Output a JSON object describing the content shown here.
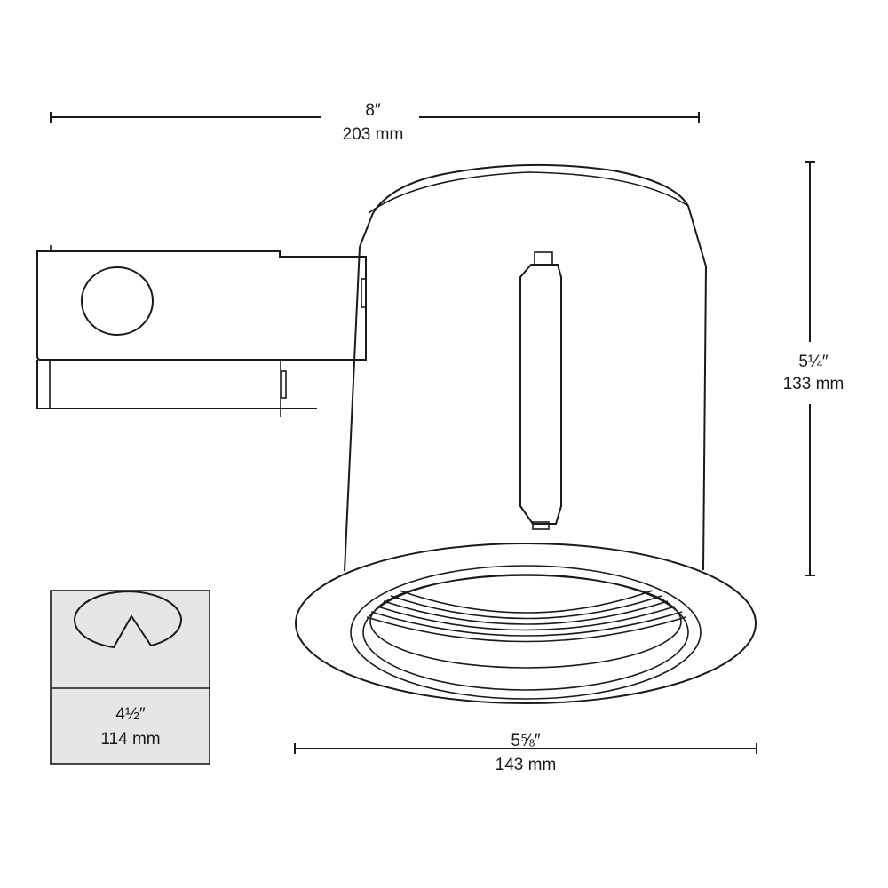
{
  "dimensions": {
    "width": {
      "imperial": "8″",
      "metric": "203 mm"
    },
    "height": {
      "imperial": "5¼″",
      "metric": "133 mm"
    },
    "trim_diameter": {
      "imperial": "5⅝″",
      "metric": "143 mm"
    },
    "cutout": {
      "imperial": "4½″",
      "metric": "114 mm"
    }
  },
  "colors": {
    "line": "#1a1a1a",
    "cutout_box": "#e6e6e6"
  }
}
